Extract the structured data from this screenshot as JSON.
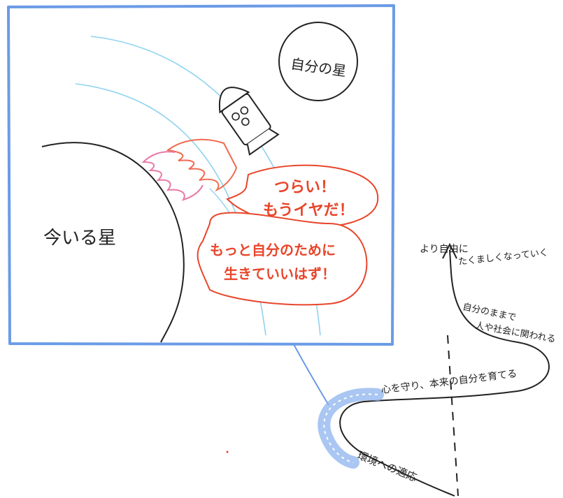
{
  "colors": {
    "frame": "#6b9be6",
    "orbit": "#8fd3f0",
    "ink": "#222222",
    "flame": "#f06a4f",
    "flame_pink": "#e879a6",
    "speech": "#e8452a",
    "band": "#8eb3ee"
  },
  "planets": {
    "current": "今いる星",
    "own": "自分の星"
  },
  "speech": {
    "bubble1_line1": "つらい！",
    "bubble1_line2": "もうイヤだ！",
    "bubble2_line1": "もっと自分のために",
    "bubble2_line2": "生きていいはず！"
  },
  "path": {
    "bottom_label": "環境への適応",
    "middle_label": "心を守り、本来の自分を育てる",
    "right_label_line1": "自分のままで",
    "right_label_line2": "人や社会に関われる",
    "top_label_line1": "より自由に",
    "top_label_line2": "たくましくなっていく"
  },
  "icons": {
    "rocket": "rocket-icon",
    "flame": "flame-icon",
    "arrow": "arrow-up-icon"
  }
}
